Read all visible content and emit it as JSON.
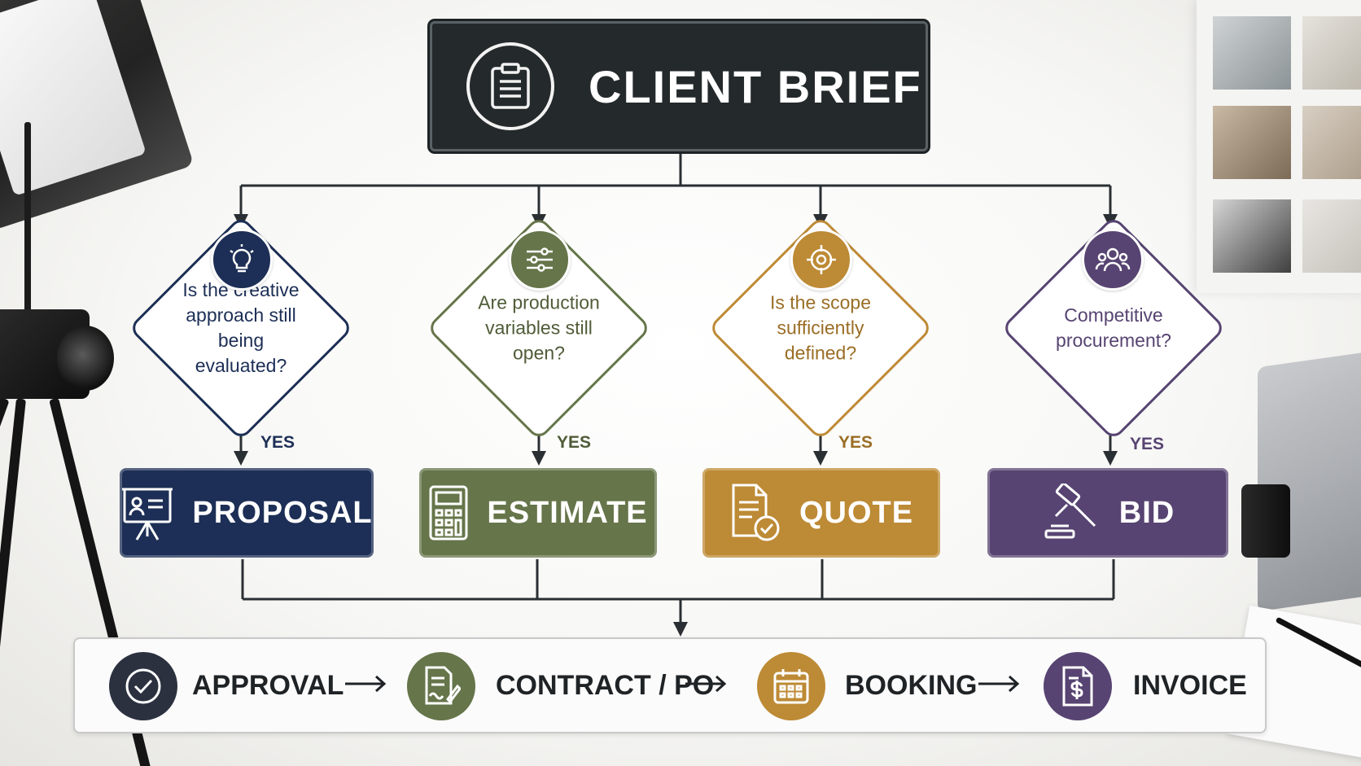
{
  "colors": {
    "dark": "#24292b",
    "navy": "#1d2f56",
    "olive": "#66754a",
    "gold": "#bd8a35",
    "purple": "#574472",
    "line": "#2a2f33"
  },
  "header": {
    "title": "CLIENT BRIEF",
    "icon": "clipboard-icon"
  },
  "branches": [
    {
      "question_lines": [
        "Is the creative",
        "approach still being",
        "evaluated?"
      ],
      "yes_label": "YES",
      "badge_icon": "lightbulb-icon",
      "outcome_label": "PROPOSAL",
      "outcome_icon": "presentation-board-icon",
      "color": "#1d2f56"
    },
    {
      "question_lines": [
        "Are production",
        "variables still",
        "open?"
      ],
      "yes_label": "YES",
      "badge_icon": "sliders-icon",
      "outcome_label": "ESTIMATE",
      "outcome_icon": "calculator-icon",
      "color": "#66754a"
    },
    {
      "question_lines": [
        "Is the scope",
        "sufficiently",
        "defined?"
      ],
      "yes_label": "YES",
      "badge_icon": "target-icon",
      "outcome_label": "QUOTE",
      "outcome_icon": "document-check-icon",
      "color": "#bd8a35"
    },
    {
      "question_lines": [
        "Competitive",
        "procurement?"
      ],
      "yes_label": "YES",
      "badge_icon": "group-icon",
      "outcome_label": "BID",
      "outcome_icon": "gavel-icon",
      "color": "#574472"
    }
  ],
  "pipeline": [
    {
      "label": "APPROVAL",
      "icon": "check-circle-icon",
      "color": "#2c3140"
    },
    {
      "label": "CONTRACT / PO",
      "icon": "signed-document-icon",
      "color": "#66754a"
    },
    {
      "label": "BOOKING",
      "icon": "calendar-icon",
      "color": "#bd8a35"
    },
    {
      "label": "INVOICE",
      "icon": "invoice-dollar-icon",
      "color": "#574472"
    }
  ]
}
